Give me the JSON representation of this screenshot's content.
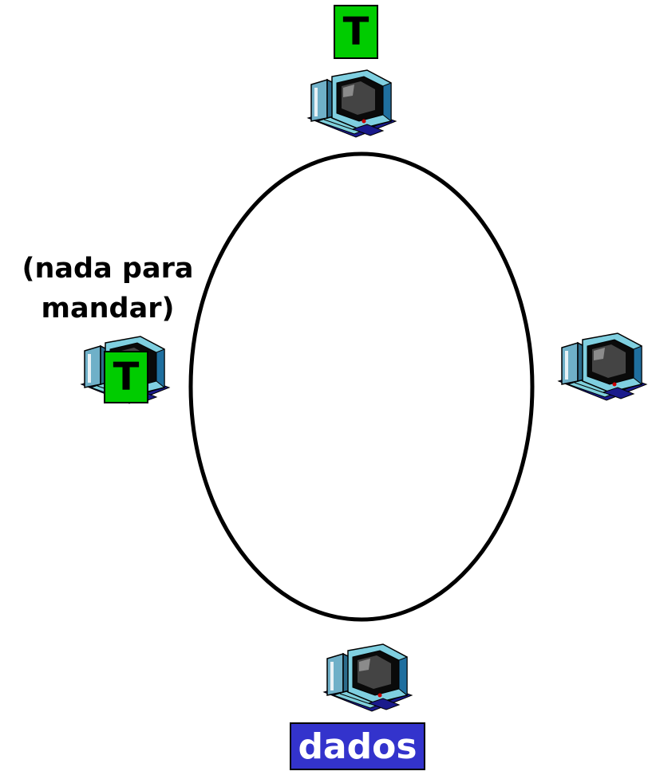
{
  "ring": {
    "stroke_color": "#000000"
  },
  "stations": [
    {
      "name": "top",
      "icon": "desktop-computer-icon"
    },
    {
      "name": "left",
      "icon": "desktop-computer-icon"
    },
    {
      "name": "right",
      "icon": "desktop-computer-icon"
    },
    {
      "name": "bottom",
      "icon": "desktop-computer-icon"
    }
  ],
  "token_top": {
    "label": "T",
    "color": "#00cc00"
  },
  "token_left": {
    "label": "T",
    "color": "#00cc00"
  },
  "left_note": {
    "line1": "(nada para",
    "line2": "mandar)"
  },
  "data_frame": {
    "label": "dados",
    "color": "#3333cc"
  }
}
